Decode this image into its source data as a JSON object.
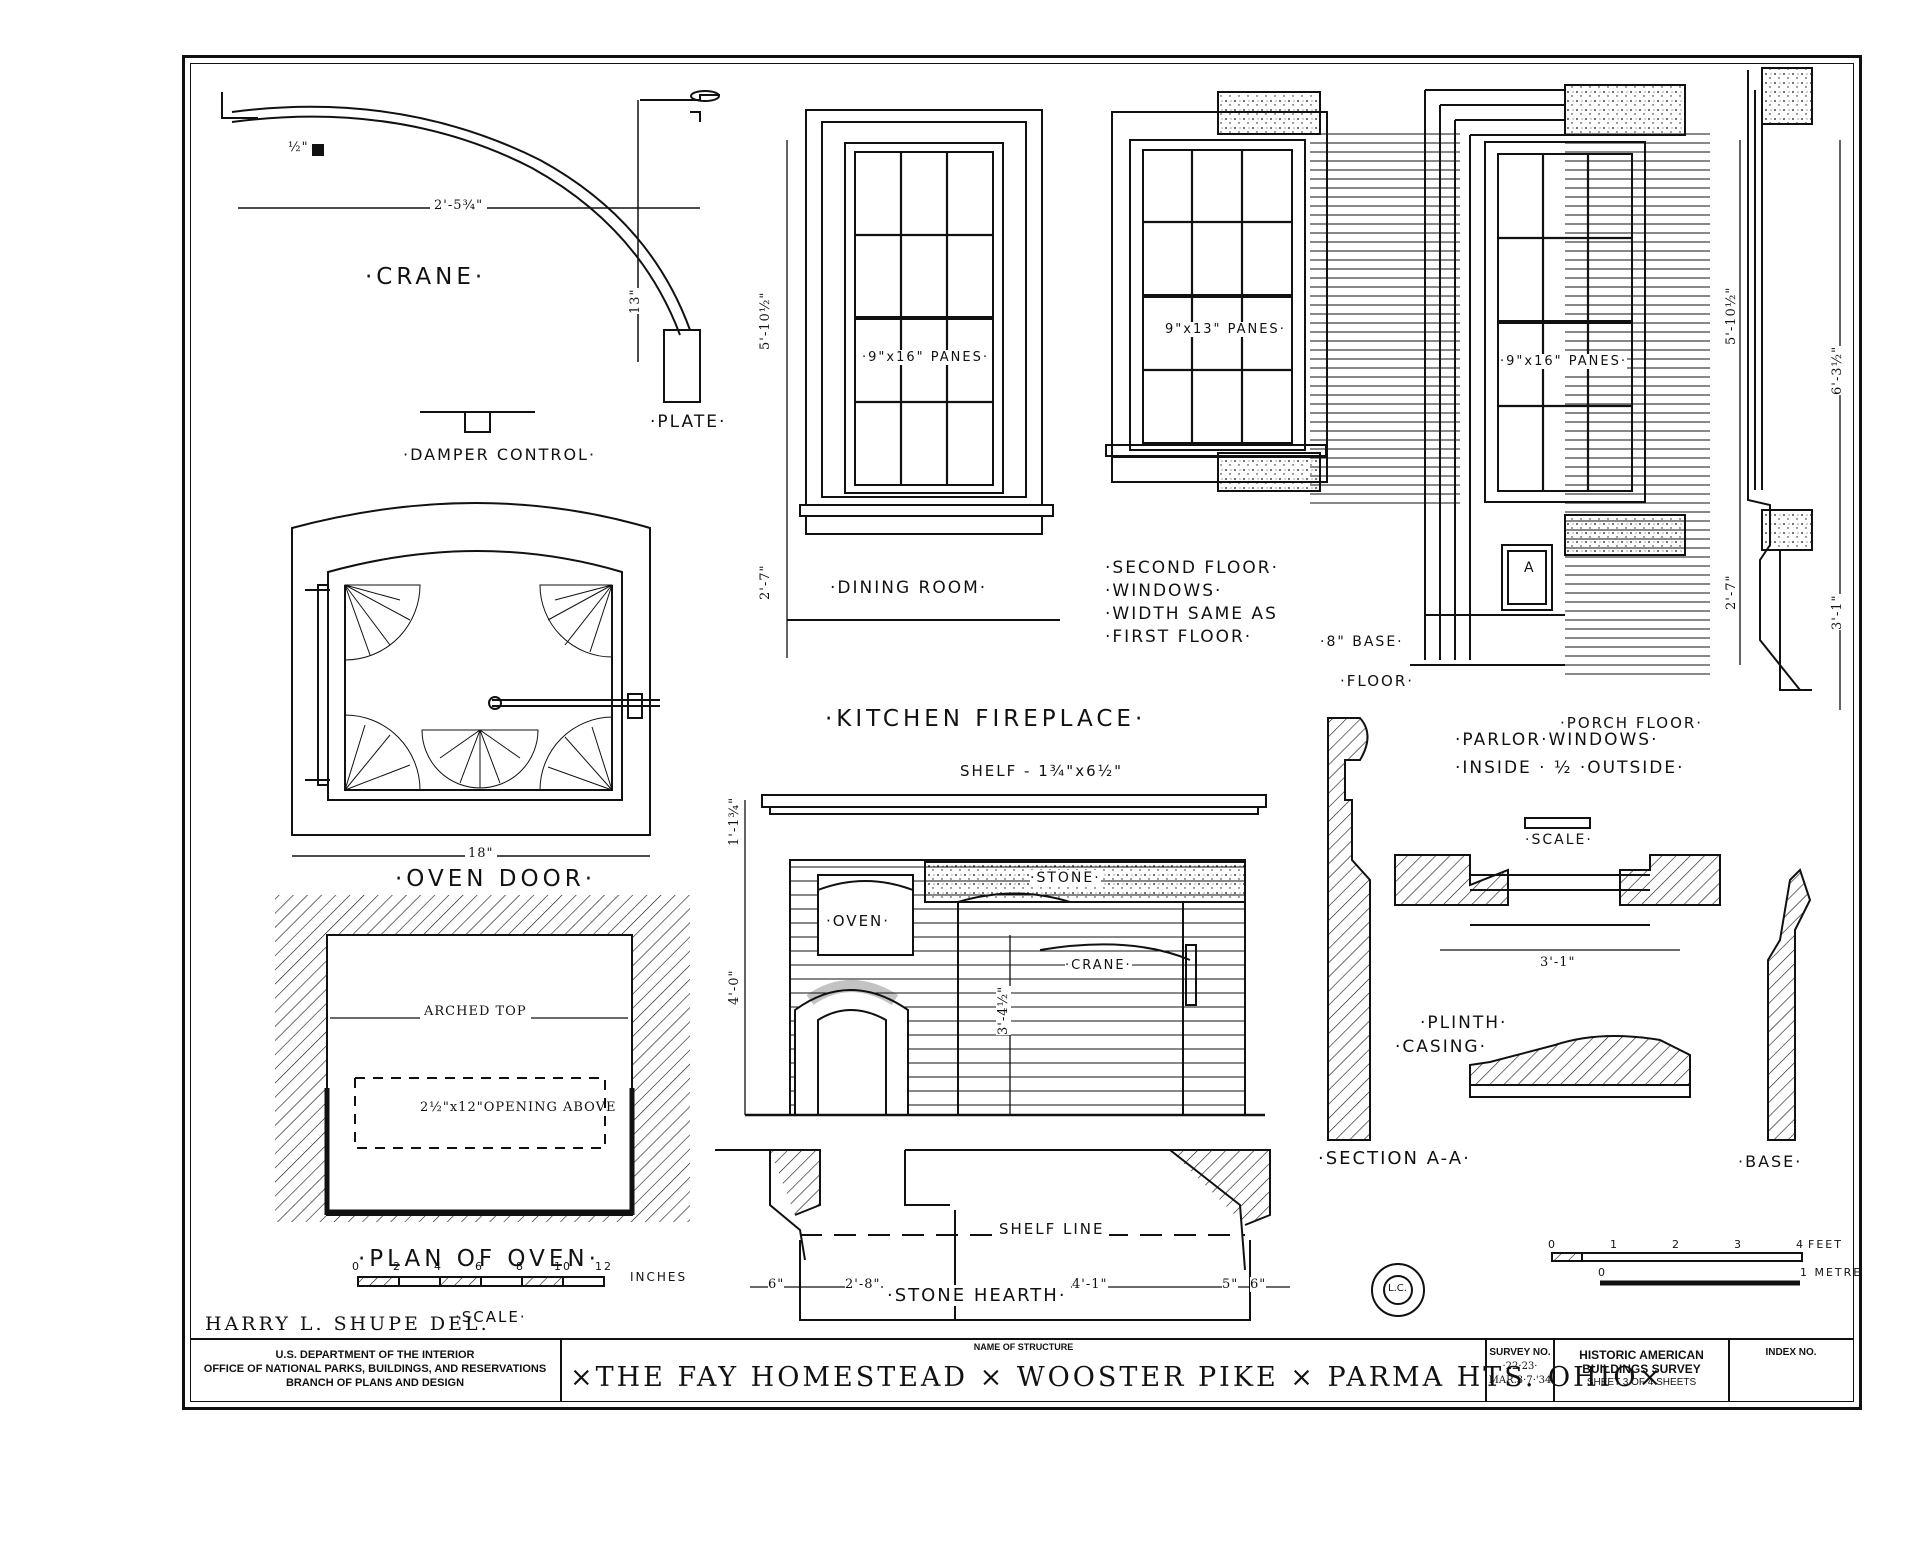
{
  "drawing": {
    "crane": {
      "title": "·CRANE·",
      "dim_length": "2'-5¾\"",
      "dim_height": "13\"",
      "dim_bar": "½\"",
      "plate": "·PLATE·"
    },
    "damper": {
      "title": "·DAMPER CONTROL·"
    },
    "oven_door": {
      "title": "·OVEN DOOR·",
      "dim_width": "18\""
    },
    "oven_plan": {
      "title": "·PLAN OF OVEN·",
      "arched_top": "ARCHED TOP",
      "opening": "2½\"x12\"OPENING ABOVE",
      "scale_label": "·SCALE·",
      "scale_units": "INCHES",
      "scale_ticks": [
        "0",
        "2",
        "4",
        "6",
        "8",
        "10",
        "12"
      ]
    },
    "dining": {
      "title": "·DINING ROOM·",
      "panes": "·9\"x16\" PANES·",
      "dim_upper": "5'-10½\"",
      "dim_lower": "2'-7\""
    },
    "second_floor": {
      "panes": "9\"x13\" PANES·",
      "note_lines": [
        "·SECOND FLOOR·",
        "·WINDOWS·",
        "·WIDTH SAME AS",
        "·FIRST FLOOR·"
      ]
    },
    "parlor": {
      "panes": "·9\"x16\" PANES·",
      "base": "·8\" BASE·",
      "floor": "·FLOOR·",
      "porch_floor": "·PORCH FLOOR·",
      "section_mark": "A",
      "dim_upper": "5'-10½\"",
      "dim_lower": "2'-7\"",
      "dim_total": "6'-3½\"",
      "dim_sill": "3'-1\"",
      "title_1": "·PARLOR·WINDOWS·",
      "title_2": "·INSIDE · ½ ·OUTSIDE·"
    },
    "kitchen": {
      "title": "·KITCHEN FIREPLACE·",
      "shelf": "SHELF - 1¾\"x6½\"",
      "stone": "·STONE·",
      "oven": "·OVEN·",
      "crane": "·CRANE·",
      "dim_shelf": "1'-1¾\"",
      "dim_opening": "4'-0\"",
      "dim_inner": "3'-4½\"",
      "shelf_line": "SHELF LINE",
      "hearth": "·STONE HEARTH·",
      "dims_bottom": [
        "6\"",
        "2'-8\"",
        "4'-1\"",
        "5\"",
        "6\""
      ]
    },
    "details": {
      "scale": "·SCALE·",
      "dim_width": "3'-1\"",
      "plinth": "·PLINTH·",
      "casing": "·CASING·",
      "section": "·SECTION A-A·",
      "base": "·BASE·",
      "bar_feet": "FEET",
      "bar_metre": "1 METRE",
      "bar_ticks": [
        "0",
        "1",
        "2",
        "3",
        "4"
      ],
      "bar_metre_zero": "0"
    },
    "delineator": "HARRY L. SHUPE DEL.",
    "stamp": "L.C."
  },
  "title_block": {
    "agency_lines": [
      "U.S. DEPARTMENT OF THE INTERIOR",
      "OFFICE OF NATIONAL PARKS, BUILDINGS, AND RESERVATIONS",
      "BRANCH OF PLANS AND DESIGN"
    ],
    "name_caption": "NAME OF STRUCTURE",
    "structure_name": "×THE FAY HOMESTEAD × WOOSTER PIKE × PARMA HTS. OHIO×",
    "survey_caption": "SURVEY NO.",
    "survey_no": "·22·23·",
    "survey_date": "MAR.3·7·'34",
    "habs_lines": [
      "HISTORIC AMERICAN",
      "BUILDINGS SURVEY"
    ],
    "sheet_text": "SHEET 3 OF 4 SHEETS",
    "index_caption": "INDEX NO."
  }
}
